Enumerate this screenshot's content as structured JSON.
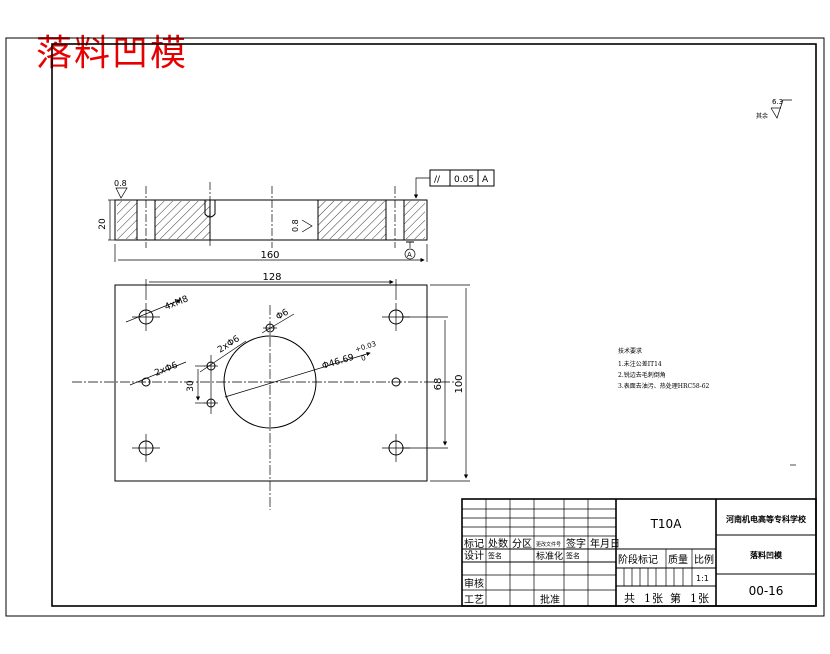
{
  "title": "落料凹模",
  "surface_finish": {
    "label": "其余",
    "value": "6.3"
  },
  "top_view": {
    "roughness_left": "0.8",
    "roughness_mid": "0.8",
    "height_dim": "20",
    "width_dim": "160",
    "gtol_symbol": "//",
    "gtol_value": "0.05",
    "gtol_datum": "A",
    "datum_label": "A"
  },
  "plan_view": {
    "dim_top": "128",
    "dim_right_inner": "68",
    "dim_right_outer": "100",
    "dim_left_small": "30",
    "label_4holes": "4xM8",
    "label_2holes_a": "2xΦ6",
    "label_2holes_b": "2xΦ6",
    "label_hole": "Φ6",
    "bore_dim": "Φ46.69",
    "bore_tol_upper": "+0.03",
    "bore_tol_lower": "0"
  },
  "tech_notes": {
    "heading": "技术要求",
    "items": [
      "1.未注公差IT14",
      "2.锐边去毛刺倒角",
      "3.表面去油污、热处理HRC58-62"
    ]
  },
  "title_block": {
    "material": "T10A",
    "school": "河南机电高等专科学校",
    "part_name": "落料凹模",
    "drawing_no": "00-16",
    "ratio": "1:1",
    "row1": [
      "标记",
      "处数",
      "分区",
      "更改文件号",
      "签字",
      "年月日"
    ],
    "row2": [
      "设计",
      "标准化"
    ],
    "sig_a": "签名",
    "sig_b": "签名",
    "row_review": "审核",
    "row_process": "工艺",
    "approve": "批准",
    "stage_headers": [
      "阶段标记",
      "质量",
      "比例"
    ],
    "sheet_total_label": "共",
    "sheet_total": "1",
    "sheet_unit_a": "张",
    "sheet_current_label": "第",
    "sheet_current": "1",
    "sheet_unit_b": "张"
  }
}
